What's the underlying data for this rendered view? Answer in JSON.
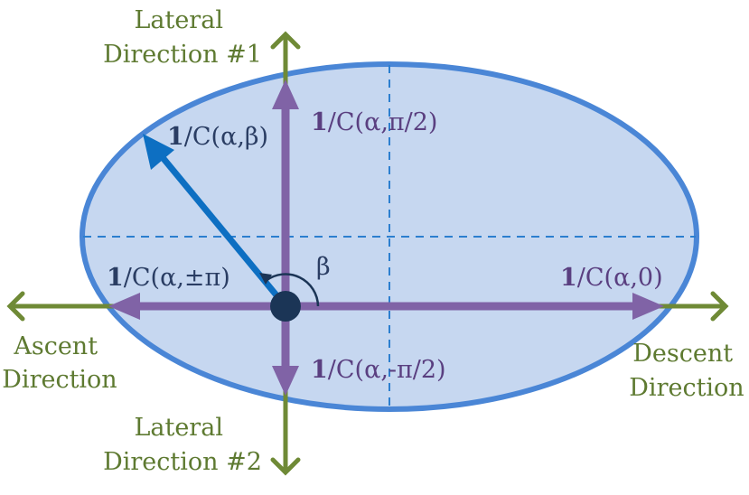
{
  "colors": {
    "ellipse_fill": "#c6d7f0",
    "ellipse_stroke": "#4a86d6",
    "axis_green": "#6f8a36",
    "arrow_purple": "#8063a6",
    "arrow_blue": "#0d6fc2",
    "origin": "#1b3556",
    "text_green": "#5e7a31",
    "text_purple": "#5a3f80",
    "text_navy": "#2a3d63"
  },
  "directions": {
    "lateral1": [
      "Lateral",
      "Direction #1"
    ],
    "lateral2": [
      "Lateral",
      "Direction #2"
    ],
    "ascent": [
      "Ascent",
      "Direction"
    ],
    "descent": [
      "Descent",
      "Direction"
    ]
  },
  "labels": {
    "beta_vector": {
      "one": "1",
      "rest": "/C(α,β)"
    },
    "up": {
      "one": "1",
      "rest": "/C(α,π/2)"
    },
    "left": {
      "one": "1",
      "rest": "/C(α,±π)"
    },
    "right": {
      "one": "1",
      "rest": "/C(α,0)"
    },
    "down": {
      "one": "1",
      "rest": "/C(α,-π/2)"
    },
    "angle": "β"
  }
}
